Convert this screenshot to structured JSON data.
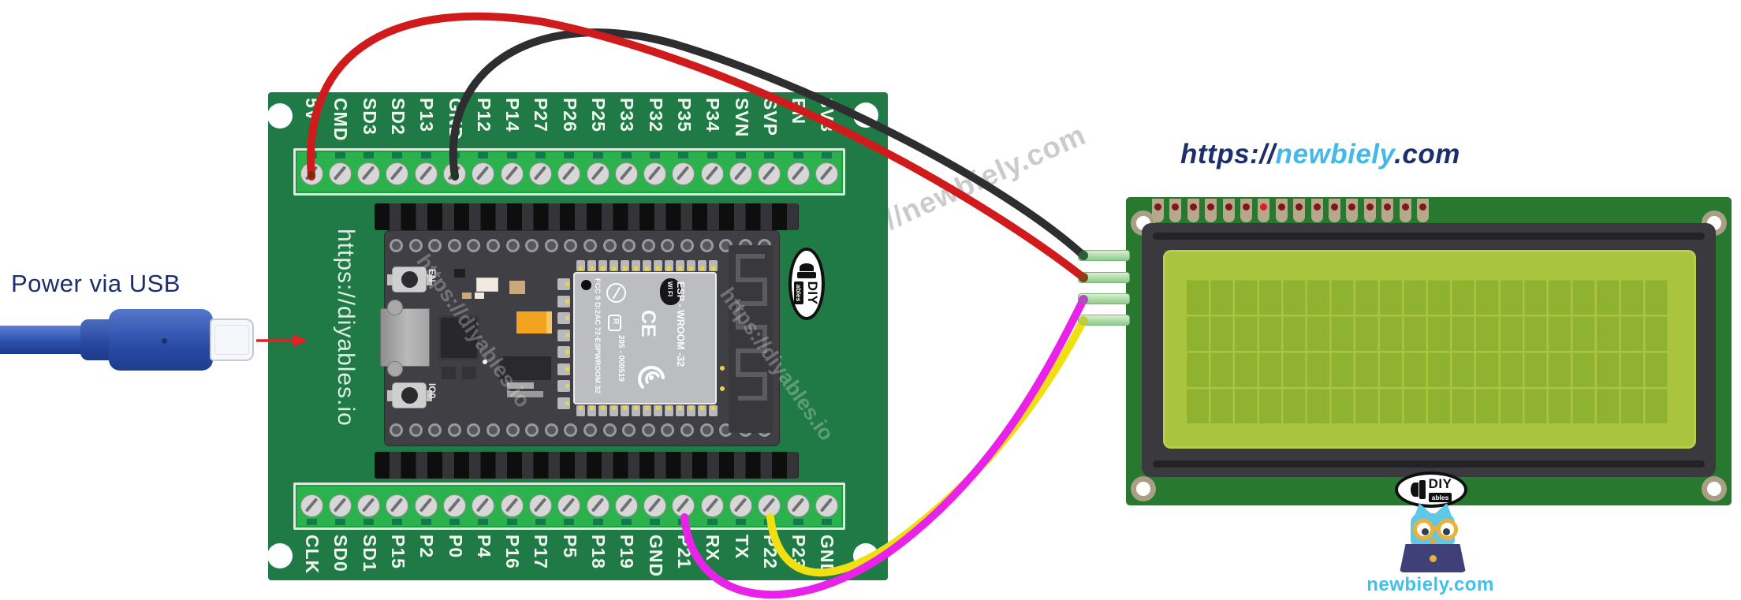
{
  "header_url": {
    "prefix": "https://",
    "brand": "newbiely",
    "suffix": ".com"
  },
  "power_label": "Power via USB",
  "watermarks": {
    "center": "https://newbiely.com",
    "module1": "https://diyables.io",
    "module2": "https://diyables.io"
  },
  "esp32_board": {
    "site_text": "https://diyables.io",
    "top_pins": [
      "5V",
      "CMD",
      "SD3",
      "SD2",
      "P13",
      "GND",
      "P12",
      "P14",
      "P27",
      "P26",
      "P25",
      "P33",
      "P32",
      "P35",
      "P34",
      "SVN",
      "SVP",
      "EN",
      "3V3"
    ],
    "bottom_pins": [
      "CLK",
      "SD0",
      "SD1",
      "P15",
      "P2",
      "P0",
      "P4",
      "P16",
      "P17",
      "P5",
      "P18",
      "P19",
      "GND",
      "P21",
      "RX",
      "TX",
      "P22",
      "P23",
      "GND"
    ],
    "module": {
      "en_label": "EN",
      "boot_label": "IO0",
      "fcc_text": "FCC 9 D:2AC 72-ESPWROOM 32",
      "serial_text": "205 - 000519",
      "model_text": "ESP - WROOM -32",
      "ce_text": "CE",
      "r_text": "R",
      "wifi_text": "WI FI"
    },
    "logo": {
      "diy": "DIY",
      "ables": "ables"
    }
  },
  "lcd": {
    "top_pin_count": 16,
    "highlight_pin_index": 7,
    "i2c_pin_count": 4,
    "screen_cols": 20,
    "screen_rows": 4,
    "logo": {
      "diy": "DIY",
      "ables": "ables"
    }
  },
  "footer": {
    "site": "newbiely.com"
  },
  "wires": [
    {
      "name": "power",
      "color": "#cf1b1b",
      "esp32_pin": "5V",
      "lcd_pin": 2
    },
    {
      "name": "ground",
      "color": "#2e2e30",
      "esp32_pin": "GND",
      "lcd_pin": 1
    },
    {
      "name": "sda",
      "color": "#e922e9",
      "esp32_pin": "P21",
      "lcd_pin": 3
    },
    {
      "name": "scl",
      "color": "#f0e012",
      "esp32_pin": "P22",
      "lcd_pin": 4
    }
  ],
  "colors": {
    "navy": "#1d2f6a",
    "brand_blue": "#44b8e8",
    "board_green": "#1f7a45",
    "terminal_green": "#2bb24c",
    "lcd_green": "#28782f",
    "screen": "#a9c43f",
    "screen_cell": "#8fb230",
    "bezel": "#3a3a3e",
    "usb_blue": "#2c52ae",
    "arrow_red": "#e32127"
  }
}
